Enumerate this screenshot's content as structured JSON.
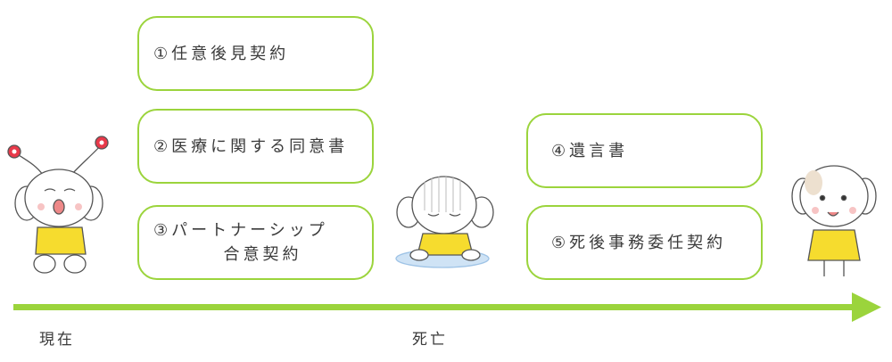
{
  "boxes": [
    {
      "lines": [
        "①任意後見契約"
      ]
    },
    {
      "lines": [
        "②医療に関する同意書"
      ]
    },
    {
      "lines": [
        "③パートナーシップ",
        "合意契約"
      ]
    },
    {
      "lines": [
        "④遺言書"
      ]
    },
    {
      "lines": [
        "⑤死後事務委任契約"
      ]
    }
  ],
  "timeline": {
    "start_label": "現在",
    "death_label": "死亡"
  },
  "colors": {
    "accent": "#9bd43c",
    "text": "#3a3a3a",
    "shirt": "#f6dc2e",
    "flower": "#e8394a",
    "puddle": "#cfe3f5"
  },
  "illustrations": [
    "happy-dog-with-flowers",
    "sad-dog-kneeling",
    "dog-spirit"
  ]
}
